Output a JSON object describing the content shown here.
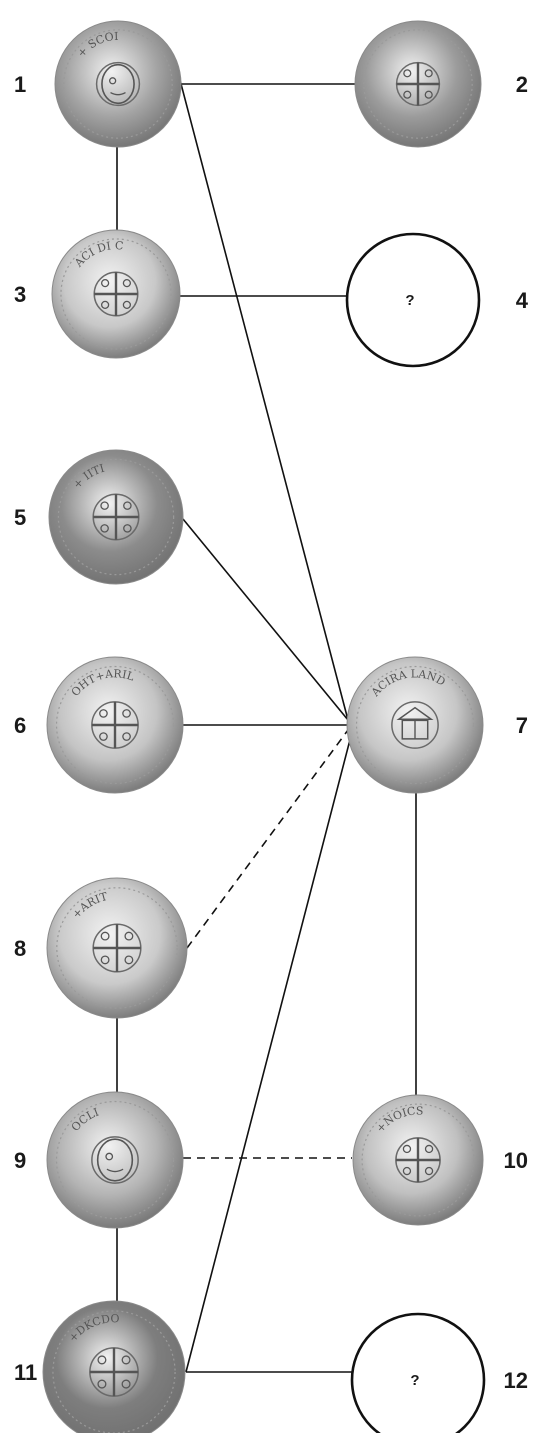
{
  "coins": [
    {
      "id": "1",
      "label": "1",
      "placeholder": false,
      "face": "portrait",
      "tone": "#a4a4a4",
      "legend": "+ SCOI"
    },
    {
      "id": "2",
      "label": "2",
      "placeholder": false,
      "face": "cross",
      "tone": "#9c9c9c",
      "legend": ""
    },
    {
      "id": "3",
      "label": "3",
      "placeholder": false,
      "face": "cross",
      "tone": "#c8c8c8",
      "legend": "ACI DI C"
    },
    {
      "id": "4",
      "label": "4",
      "placeholder": true,
      "question": "?"
    },
    {
      "id": "5",
      "label": "5",
      "placeholder": false,
      "face": "cross",
      "tone": "#8c8c8c",
      "legend": "+ IITI"
    },
    {
      "id": "6",
      "label": "6",
      "placeholder": false,
      "face": "cross",
      "tone": "#c4c4c4",
      "legend": "OHT+ARIL"
    },
    {
      "id": "7",
      "label": "7",
      "placeholder": false,
      "face": "temple",
      "tone": "#c6c6c6",
      "legend": "ACIRA LAND"
    },
    {
      "id": "8",
      "label": "8",
      "placeholder": false,
      "face": "cross",
      "tone": "#cacaca",
      "legend": "+ARIT"
    },
    {
      "id": "9",
      "label": "9",
      "placeholder": false,
      "face": "portrait",
      "tone": "#b4b4b4",
      "legend": "OCLI"
    },
    {
      "id": "10",
      "label": "10",
      "placeholder": false,
      "face": "cross",
      "tone": "#c0c0c0",
      "legend": "+NOICS"
    },
    {
      "id": "11",
      "label": "11",
      "placeholder": false,
      "face": "cross",
      "tone": "#7e7e7e",
      "legend": "+DKCDO"
    },
    {
      "id": "12",
      "label": "12",
      "placeholder": true,
      "question": "?"
    }
  ],
  "links": [
    {
      "from": "1",
      "to": "2",
      "style": "solid"
    },
    {
      "from": "1",
      "to": "3",
      "style": "solid"
    },
    {
      "from": "3",
      "to": "4",
      "style": "solid"
    },
    {
      "from": "1",
      "to": "7",
      "style": "solid"
    },
    {
      "from": "5",
      "to": "7",
      "style": "solid"
    },
    {
      "from": "6",
      "to": "7",
      "style": "solid"
    },
    {
      "from": "8",
      "to": "7",
      "style": "dashed"
    },
    {
      "from": "7",
      "to": "10",
      "style": "solid"
    },
    {
      "from": "8",
      "to": "9",
      "style": "solid"
    },
    {
      "from": "9",
      "to": "10",
      "style": "dashed"
    },
    {
      "from": "9",
      "to": "11",
      "style": "solid"
    },
    {
      "from": "11",
      "to": "7",
      "style": "solid"
    },
    {
      "from": "11",
      "to": "12",
      "style": "solid"
    }
  ]
}
